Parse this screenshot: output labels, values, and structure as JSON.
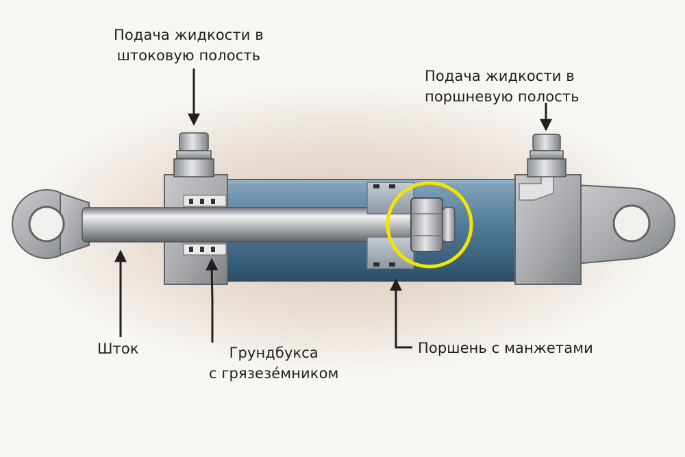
{
  "labels": {
    "rod_port": [
      "Подача жидкости в",
      "штоковую полость"
    ],
    "piston_port": [
      "Подача жидкости в",
      "поршневую полость"
    ],
    "rod": "Шток",
    "gland": [
      "Грундбукса",
      "с грязезе́мником"
    ],
    "piston": "Поршень с манжетами"
  },
  "colors": {
    "background": "#f7f6f3",
    "barrel": "#4d7591",
    "steel": "#a9abae",
    "highlight_circle": "#f2e600",
    "arrow": "#1f1f1f"
  }
}
